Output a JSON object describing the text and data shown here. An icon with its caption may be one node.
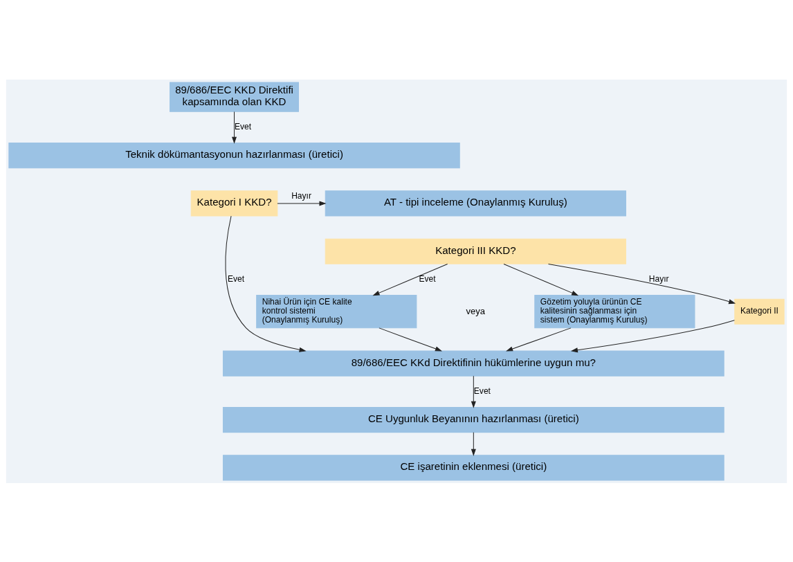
{
  "diagram": {
    "nodes": [
      {
        "text": [
          "89/686/EEC KKD Direktifi kapsamında olan KKD"
        ]
      },
      {
        "text": [
          "Teknik dökümantasyonun hazırlanması (üretici)"
        ]
      },
      {
        "text": [
          "Kategori I KKD?"
        ]
      },
      {
        "text": [
          "AT - tipi inceleme (Onaylanmış Kuruluş)"
        ]
      },
      {
        "text": [
          "Kategori III KKD?"
        ]
      },
      {
        "text": [
          "Nihai Ürün için CE kalite kontrol sistemi (Onaylanmış Kuruluş)"
        ]
      },
      {
        "text": [
          "Gözetim yoluyla ürünün CE kalitesinin sağlanması için sistem (Onaylanmış Kuruluş)"
        ]
      },
      {
        "text": [
          "Kategori II"
        ]
      },
      {
        "text": [
          "89/686/EEC KKd Direktifinin hükümlerine uygun mu?"
        ]
      },
      {
        "text": [
          "CE Uygunluk Beyanının hazırlanması (üretici)"
        ]
      },
      {
        "text": [
          "CE işaretinin eklenmesi (üretici)"
        ]
      }
    ],
    "edges": [
      {
        "from": 0,
        "to": 1,
        "arrow": "to",
        "label": "Evet"
      },
      {
        "from": 2,
        "to": 3,
        "arrow": "to",
        "label": "Hayır"
      },
      {
        "from": 2,
        "to": 8,
        "arrow": "to",
        "label": "Evet"
      },
      {
        "from": 4,
        "to": 5,
        "arrow": "to",
        "label": "Evet"
      },
      {
        "from": 4,
        "to": 6,
        "arrow": "to"
      },
      {
        "from": 4,
        "to": 7,
        "arrow": "to",
        "label": "Hayır"
      },
      {
        "from": 5,
        "to": 8,
        "arrow": "to"
      },
      {
        "from": 6,
        "to": 8,
        "arrow": "to"
      },
      {
        "from": 7,
        "to": 8,
        "arrow": "to"
      },
      {
        "from": 8,
        "to": 9,
        "arrow": "to",
        "label": "Evet"
      },
      {
        "from": 9,
        "to": 10,
        "arrow": "to"
      }
    ],
    "labels": [
      "veya"
    ]
  }
}
